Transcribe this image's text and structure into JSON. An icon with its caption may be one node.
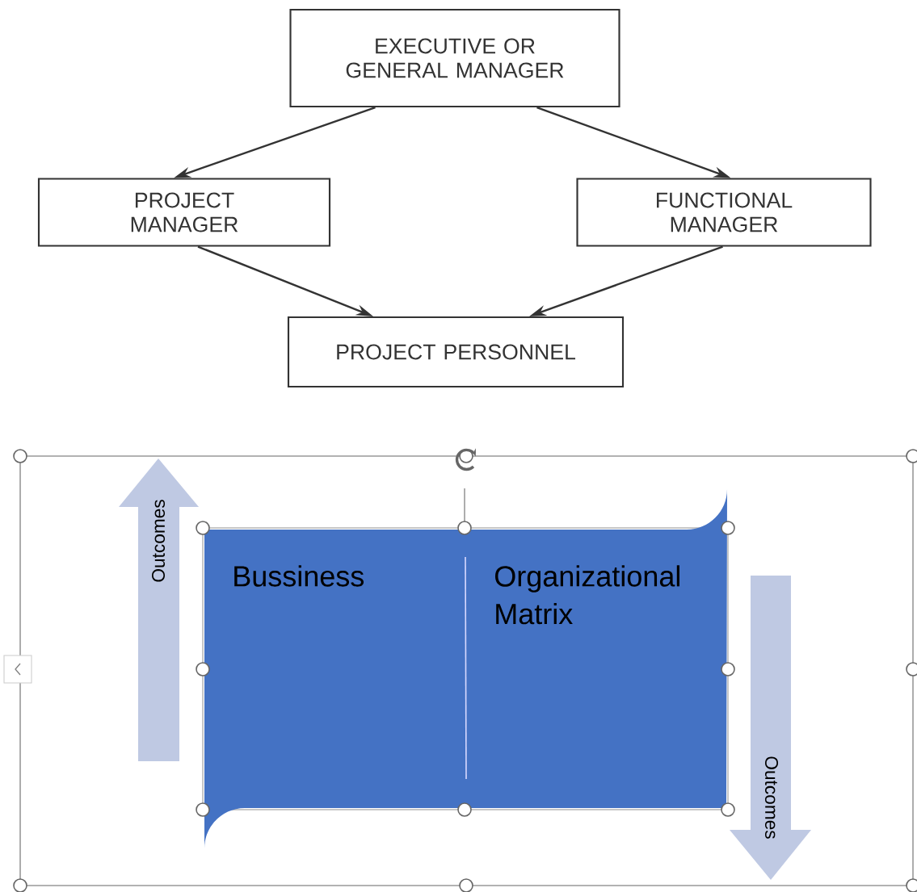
{
  "diagram": {
    "nodes": [
      {
        "text": [
          "EXECUTIVE OR GENERAL MANAGER"
        ]
      },
      {
        "text": [
          "PROJECT MANAGER"
        ]
      },
      {
        "text": [
          "FUNCTIONAL MANAGER"
        ]
      },
      {
        "text": [
          "PROJECT PERSONNEL"
        ]
      },
      {
        "text": [
          "Bussiness",
          "Organizational Matrix"
        ]
      },
      {
        "text": [
          "Outcomes"
        ]
      },
      {
        "text": [
          "Outcomes"
        ]
      }
    ],
    "edges": [
      {
        "from": 0,
        "to": 1,
        "arrow": "to"
      },
      {
        "from": 0,
        "to": 2,
        "arrow": "to"
      },
      {
        "from": 1,
        "to": 3,
        "arrow": "to"
      },
      {
        "from": 2,
        "to": 3,
        "arrow": "to"
      }
    ]
  }
}
